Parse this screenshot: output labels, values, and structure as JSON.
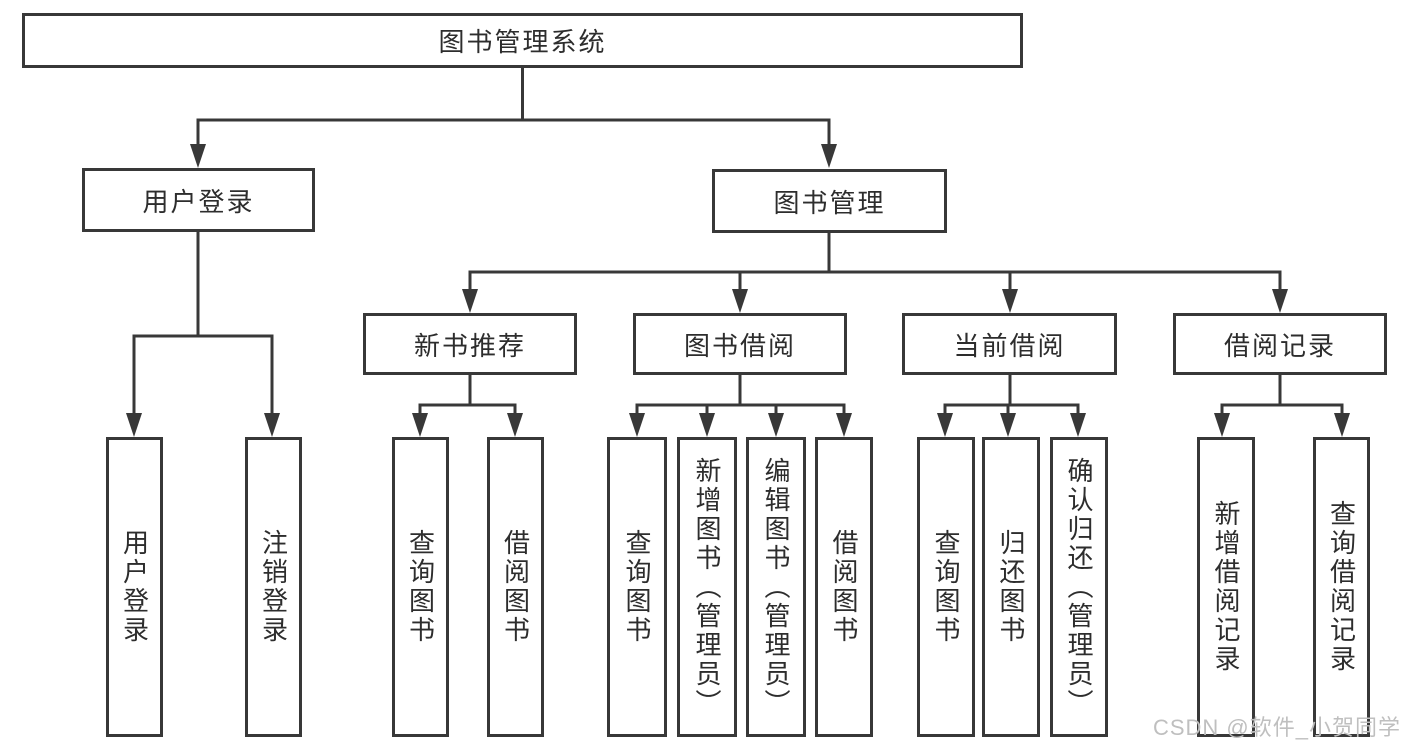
{
  "nodes": {
    "root": {
      "label": "图书管理系统"
    },
    "level2": {
      "user_login": {
        "label": "用户登录"
      },
      "book_management": {
        "label": "图书管理"
      }
    },
    "level3": {
      "new_book_recommend": {
        "label": "新书推荐"
      },
      "book_borrowing": {
        "label": "图书借阅"
      },
      "current_borrowing": {
        "label": "当前借阅"
      },
      "borrowing_records": {
        "label": "借阅记录"
      }
    },
    "leaves": {
      "user_login_children": [
        "用户登录",
        "注销登录"
      ],
      "new_book_children": [
        "查询图书",
        "借阅图书"
      ],
      "book_borrowing_children": [
        "查询图书",
        "新增图书（管理员）",
        "编辑图书（管理员）",
        "借阅图书"
      ],
      "current_borrowing_children": [
        "查询图书",
        "归还图书",
        "确认归还（管理员）"
      ],
      "borrowing_records_children": [
        "新增借阅记录",
        "查询借阅记录"
      ]
    }
  },
  "watermark": {
    "text": "CSDN @软件_小贺同学"
  },
  "colors": {
    "line": "#383838",
    "text": "#2d2d2d",
    "box_background": "#ffffff",
    "watermark": "#bfbfbf",
    "page_background": "#ffffff"
  }
}
